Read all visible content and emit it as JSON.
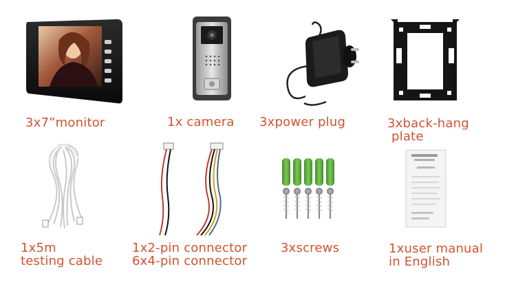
{
  "colors": {
    "label": "#d2522f",
    "background": "#ffffff"
  },
  "items": [
    {
      "icon": "monitor-icon",
      "lines": [
        "3x7”monitor"
      ]
    },
    {
      "icon": "camera-icon",
      "lines": [
        "1x camera"
      ]
    },
    {
      "icon": "power-plug-icon",
      "lines": [
        "3xpower plug"
      ]
    },
    {
      "icon": "back-hang-plate-icon",
      "lines": [
        "3xback-hang",
        "plate"
      ]
    },
    {
      "icon": "testing-cable-icon",
      "lines": [
        "1x5m",
        "testing cable"
      ]
    },
    {
      "icon": "connector-icon",
      "lines": [
        "1x2-pin connector",
        "6x4-pin connector"
      ]
    },
    {
      "icon": "screws-icon",
      "lines": [
        "3xscrews"
      ]
    },
    {
      "icon": "user-manual-icon",
      "lines": [
        "1xuser manual",
        "in English"
      ]
    }
  ]
}
